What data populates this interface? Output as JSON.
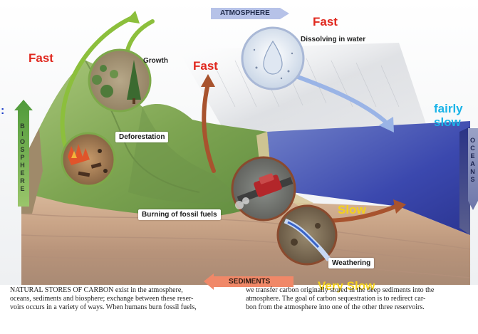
{
  "labels": {
    "atmosphere": "ATMOSPHERE",
    "biosphere": "BIOSPHERE",
    "oceans": "OCEANS",
    "sediments": "SEDIMENTS",
    "growth": "Growth",
    "deforestation": "Deforestation",
    "dissolving": "Dissolving in water",
    "burning": "Burning of fossil fuels",
    "weathering": "Weathering",
    "stray_colon": ":"
  },
  "speeds": {
    "fast_left": "Fast",
    "fast_middle": "Fast",
    "fast_top_right": "Fast",
    "fairly_slow_line1": "fairly",
    "fairly_slow_line2": "slow",
    "slow": "Slow",
    "very_slow": "Very Slow"
  },
  "caption": {
    "left_lead": "NATURAL STORES OF CARBON",
    "left_line1": " exist in the atmosphere,",
    "left_line2": "oceans, sediments and biosphere; exchange between these reser-",
    "left_line3": "voirs occurs in a variety of ways. When humans burn fossil fuels,",
    "right_line1": "we transfer carbon originally stored in the deep sediments into the",
    "right_line2": "atmosphere. The goal of carbon sequestration is to redirect car-",
    "right_line3": "bon from the atmosphere into one of the other three reservoirs."
  },
  "colors": {
    "speed_red": "#e0281e",
    "speed_yellow": "#f4d21a",
    "speed_cyan": "#1ab4e8",
    "ocean": "#3f4fb8",
    "land": "#8fb060",
    "arrow_green": "#8cbf3c",
    "arrow_brown": "#a8532e",
    "arrow_blue": "#9ab4e6"
  }
}
